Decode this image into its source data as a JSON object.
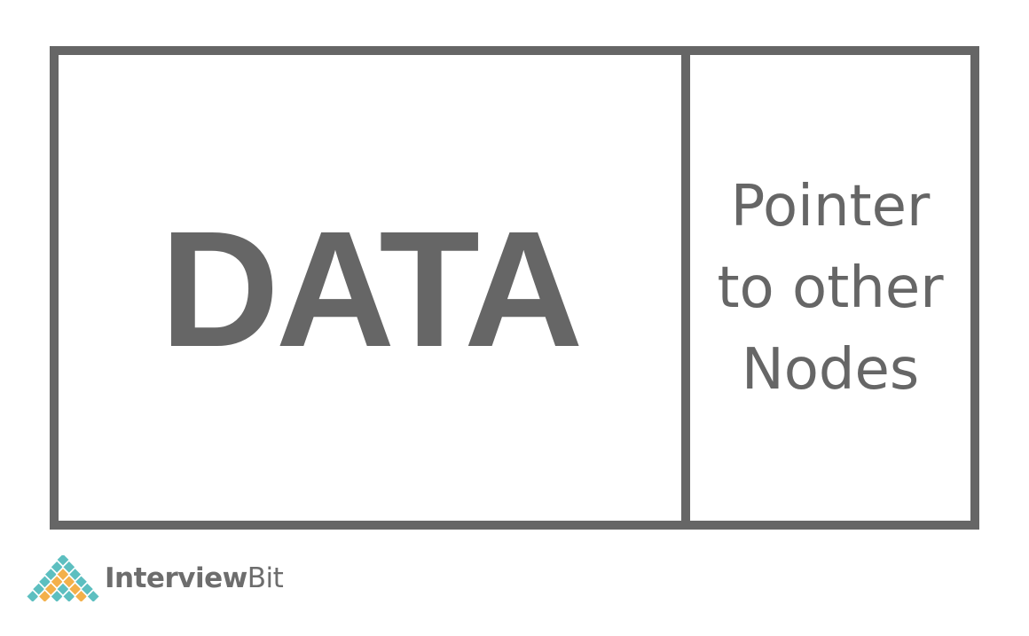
{
  "diagram": {
    "data_label": "DATA",
    "pointer_label_lines": [
      "Pointer",
      "to other",
      "Nodes"
    ]
  },
  "brand": {
    "name_bold": "Interview",
    "name_regular": "Bit",
    "logo_icon": "interviewbit-diamond-grid-icon",
    "colors": {
      "teal": "#5dbfc0",
      "orange": "#f3b04a",
      "text": "#6d6d6d",
      "border": "#666666"
    }
  }
}
